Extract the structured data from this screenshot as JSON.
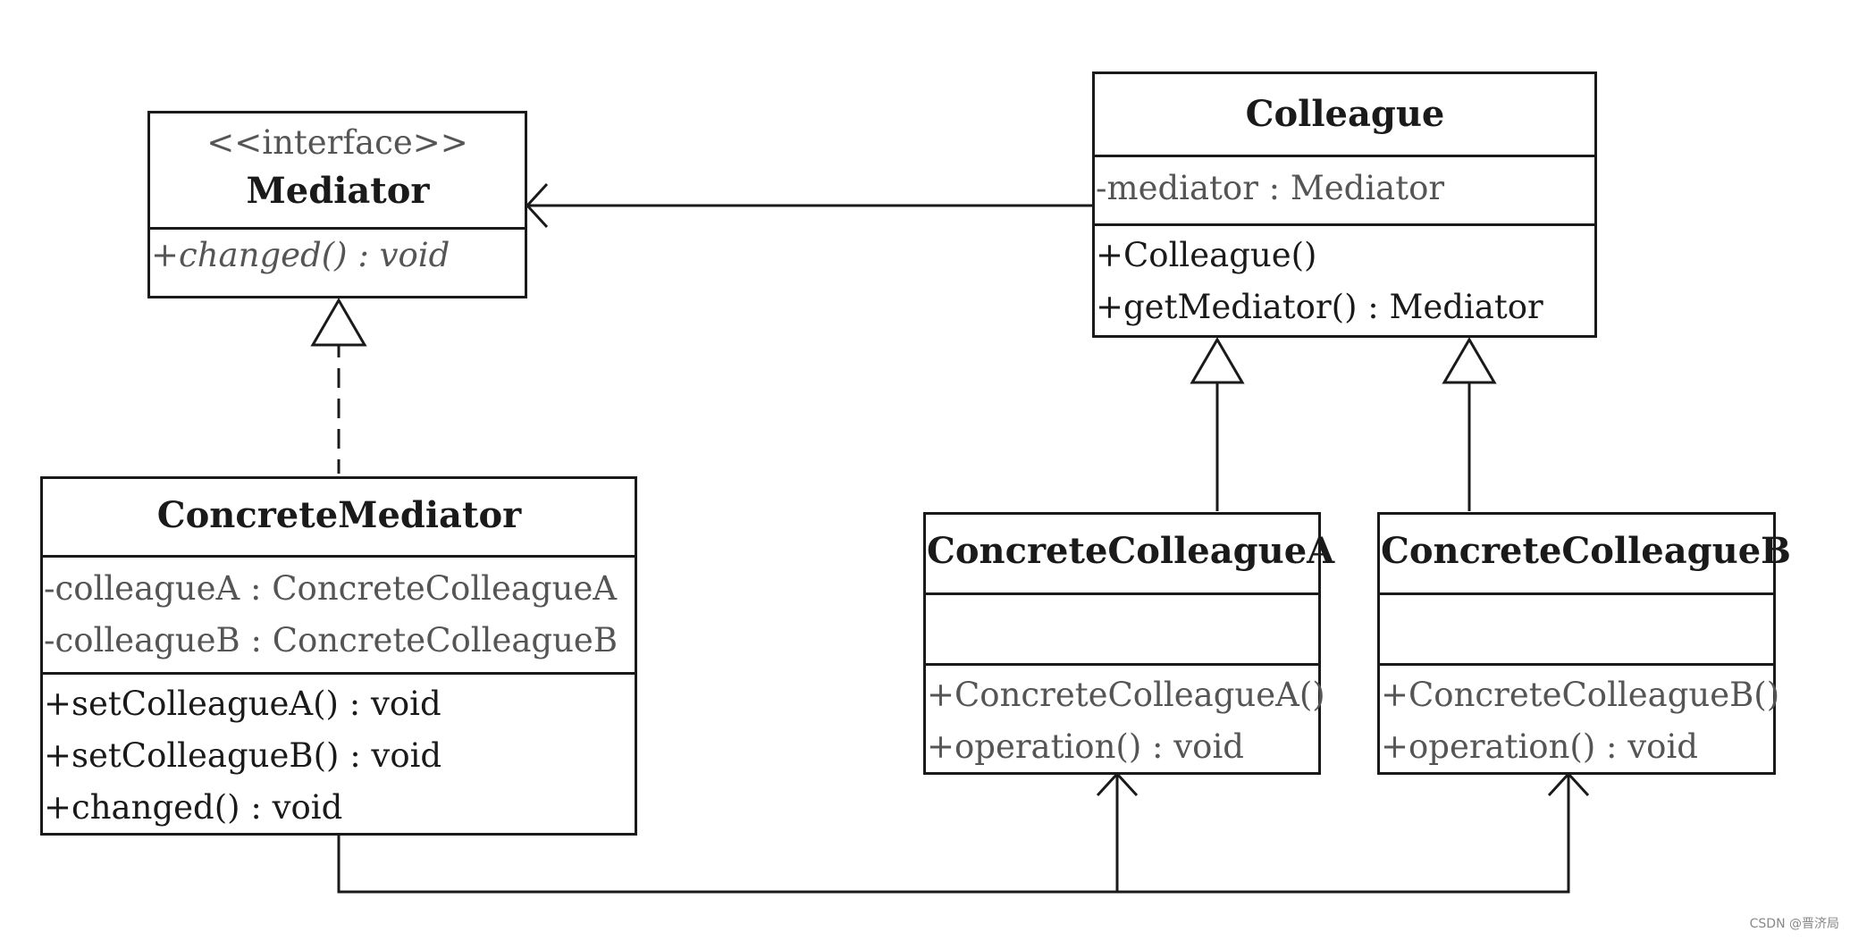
{
  "classes": {
    "mediator": {
      "stereotype": "<<interface>>",
      "name": "Mediator",
      "operations": [
        "+changed() : void"
      ]
    },
    "concrete_mediator": {
      "name": "ConcreteMediator",
      "attributes": [
        "-colleagueA : ConcreteColleagueA",
        "-colleagueB : ConcreteColleagueB"
      ],
      "operations": [
        "+setColleagueA() : void",
        "+setColleagueB() : void",
        "+changed() : void"
      ]
    },
    "colleague": {
      "name": "Colleague",
      "attributes": [
        "-mediator : Mediator"
      ],
      "operations": [
        "+Colleague()",
        "+getMediator() : Mediator"
      ]
    },
    "concrete_colleague_a": {
      "name": "ConcreteColleagueA",
      "operations": [
        "+ConcreteColleagueA()",
        "+operation() : void"
      ]
    },
    "concrete_colleague_b": {
      "name": "ConcreteColleagueB",
      "operations": [
        "+ConcreteColleagueB()",
        "+operation() : void"
      ]
    }
  },
  "watermark": "CSDN @晋济局"
}
